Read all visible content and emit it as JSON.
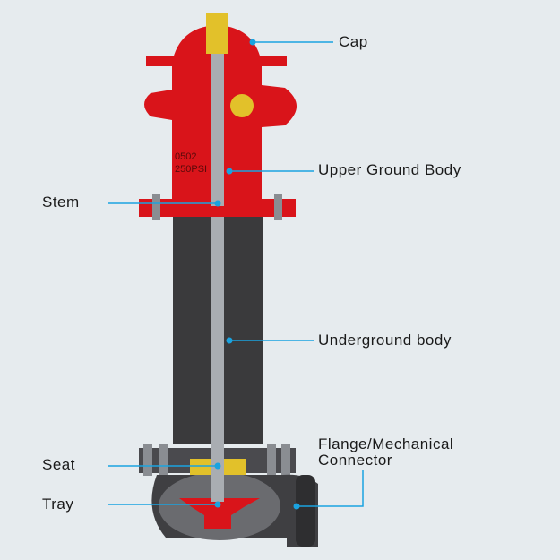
{
  "title": "Dry barrel fire hydrant cross-section",
  "labels": {
    "cap": "Cap",
    "upper_ground_body": "Upper Ground Body",
    "stem": "Stem",
    "underground_body": "Underground body",
    "flange_line1": "Flange/Mechanical",
    "flange_line2": "Connector",
    "seat": "Seat",
    "tray": "Tray"
  },
  "body_markings": {
    "line1": "0502",
    "line2": "250PSI"
  },
  "colors": {
    "leader": "#1aa3e0",
    "red": "#d9141a",
    "black": "#3a3a3c",
    "brass": "#e2c12a",
    "steel": "#a9adb2",
    "background": "#e6ebee"
  }
}
